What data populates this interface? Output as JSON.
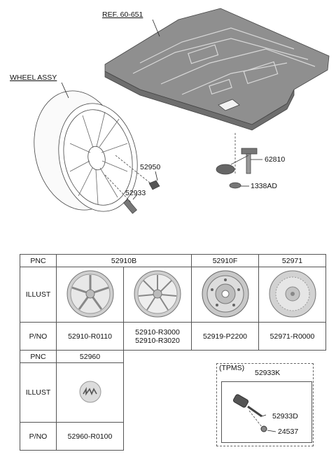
{
  "labels": {
    "ref": "REF. 60-651",
    "wheel_assy": "WHEEL ASSY",
    "p52950": "52950",
    "p52933": "52933",
    "p62810": "62810",
    "p1338ad": "1338AD"
  },
  "table": {
    "row_pnc": "PNC",
    "row_illust": "ILLUST",
    "row_pno": "P/NO",
    "pnc_52910b": "52910B",
    "pnc_52910f": "52910F",
    "pnc_52971": "52971",
    "pno_1": "52910-R0110",
    "pno_2a": "52910-R3000",
    "pno_2b": "52910-R3020",
    "pno_3": "52919-P2200",
    "pno_4": "52971-R0000",
    "pnc_52960": "52960",
    "pno_5": "52960-R0100"
  },
  "tpms": {
    "title": "(TPMS)",
    "pnc": "52933K",
    "p52933d": "52933D",
    "p24537": "24537"
  }
}
